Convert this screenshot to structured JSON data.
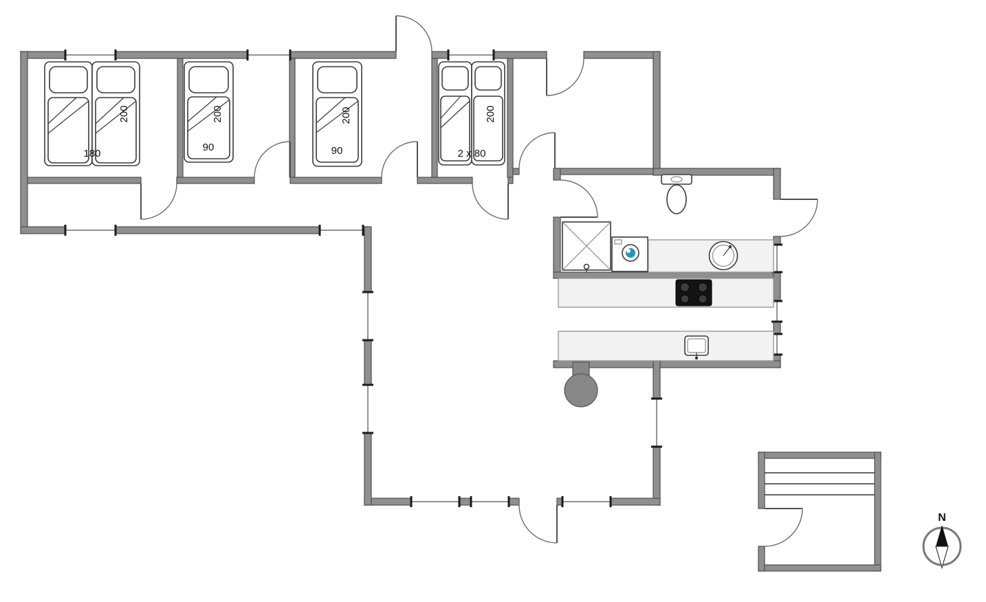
{
  "beds": [
    {
      "name": "double-bed",
      "width_label": "180",
      "length_label": "200"
    },
    {
      "name": "single-bed",
      "width_label": "90",
      "length_label": "200"
    },
    {
      "name": "single-bed",
      "width_label": "90",
      "length_label": "200"
    },
    {
      "name": "double-bed",
      "width_label": "2 x 80",
      "length_label": "200"
    }
  ],
  "compass": {
    "north_label": "N"
  },
  "colors": {
    "background": "#ffffff",
    "wall_fill": "#8f8f8f",
    "wall_stroke": "#4f4f4f",
    "door_stroke": "#6b6b6b",
    "fixture_stroke": "#3a3a3a",
    "counter_fill": "#f2f2f2",
    "counter_stroke": "#999999",
    "cooktop_fill": "#141414",
    "burner_fill": "#3d3d3d",
    "stove_fill": "#878787",
    "washer_accent": "#2596be",
    "window_tick": "#1a1a1a",
    "label_color": "#111111"
  }
}
